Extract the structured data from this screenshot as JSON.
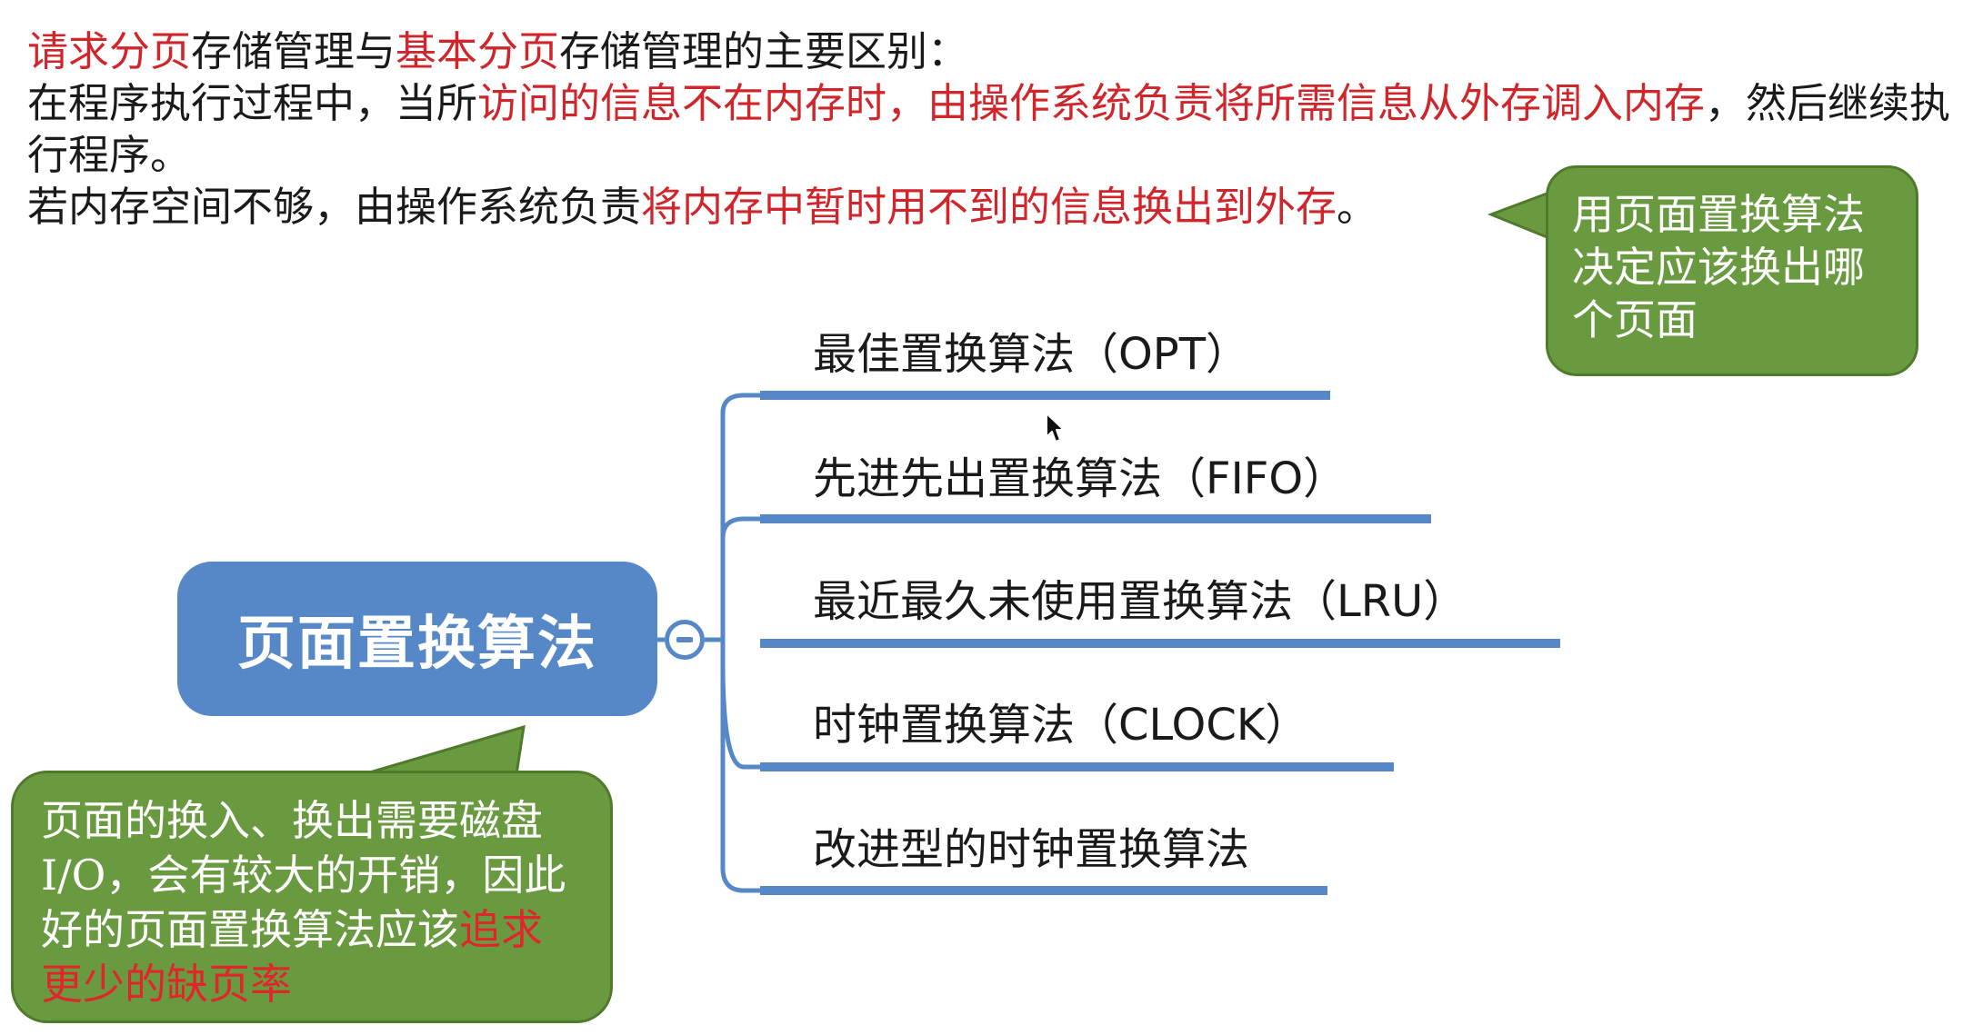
{
  "intro": {
    "line1": {
      "red1": "请求分页",
      "text1": "存储管理与",
      "red2": "基本分页",
      "text2": "存储管理的主要区别："
    },
    "line2": {
      "text1": "在程序执行过程中，当所",
      "red1": "访问的信息不在内存时，由操作系统负责将所需信息从外存调入内存",
      "text2": "，然后继续执行程序。"
    },
    "line3": {
      "text1": "若内存空间不够，由操作系统负责",
      "red1": "将内存中暂时用不到的信息换出到外存",
      "text2": "。"
    }
  },
  "mindmap": {
    "root_label": "页面置换算法",
    "branches": [
      {
        "label": "最佳置换算法（OPT）"
      },
      {
        "label": "先进先出置换算法（FIFO）"
      },
      {
        "label": "最近最久未使用置换算法（LRU）"
      },
      {
        "label": "时钟置换算法（CLOCK）"
      },
      {
        "label": "改进型的时钟置换算法"
      }
    ]
  },
  "callouts": {
    "right": "用页面置换算法决定应该换出哪个页面",
    "left": {
      "text": "页面的换入、换出需要磁盘I/O，会有较大的开销，因此好的页面置换算法应该",
      "red": "追求更少的缺页率"
    }
  },
  "colors": {
    "accent_blue": "#5688c8",
    "highlight_red": "#d0252a",
    "callout_green": "#6a9a40"
  }
}
